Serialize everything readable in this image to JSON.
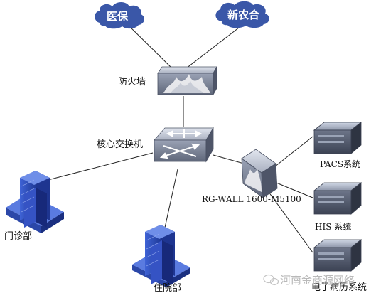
{
  "clouds": {
    "yibao": "医保",
    "xinnonghe": "新农合"
  },
  "nodes": {
    "firewall": "防火墙",
    "core_switch": "核心交换机",
    "rg_wall": "RG-WALL 1600-M5100",
    "pacs": "PACS系统",
    "his": "HIS 系统",
    "emr": "电子病历系统",
    "outpatient": "门诊部",
    "inpatient": "住院部"
  },
  "watermark": {
    "text": "河南金商源网络"
  },
  "colors": {
    "cloud": "#3a57a8",
    "building": "#2f4fb0",
    "device": "#8a93a8",
    "line": "#222222"
  }
}
